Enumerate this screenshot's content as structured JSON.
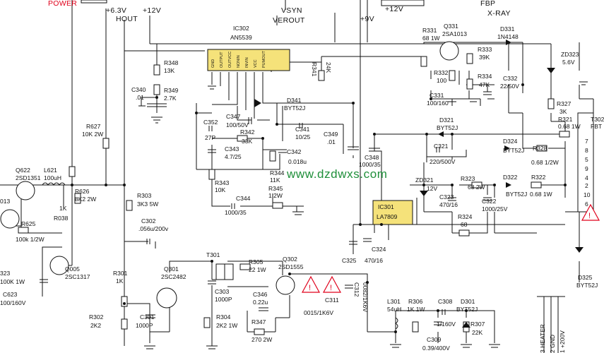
{
  "nets": {
    "power": "POWER",
    "v63": "+6.3V",
    "v12_top": "+12V",
    "hout": "HOUT",
    "vsyn": "VSYN",
    "verout": "VEROUT",
    "v9": "+9V",
    "v12_right": "+12V",
    "fbp": "FBP",
    "xray": "X-RAY"
  },
  "ics": {
    "ic302_ref": "IC302",
    "ic302_part": "AN5539",
    "ic302_pins": [
      "GND",
      "OUTPUT",
      "OUTVCC",
      "NONIN",
      "INVIN",
      "VCC",
      "PUMOUT"
    ],
    "ic301_ref": "IC301",
    "ic301_part": "LA7809"
  },
  "components": {
    "r348": "R348",
    "r348_v": "13K",
    "c340": "C340",
    "c340_v": ".01",
    "r349": "R349",
    "r349_v": "2.7K",
    "r341": "R341",
    "r341_v": "24K",
    "r627": "R627",
    "r627_v": "10K 2W",
    "c352": "C352",
    "c352_v": "27P",
    "c347": "C347",
    "c347_v": "100/50V",
    "d341": "D341",
    "d341_v": "BYT52J",
    "r342": "R342",
    "r342_v": "33K",
    "c341": "C341",
    "c341_v": "10/25",
    "c349": "C349",
    "c349_v": ".01",
    "c343": "C343",
    "c343_v": "4.7/25",
    "c342": "C342",
    "c342_v": "0.018u",
    "c348": "C348",
    "c348_v": "1000/35",
    "r344": "R344",
    "r344_v": "11K",
    "r343": "R343",
    "r343_v": "10K",
    "r345": "R345",
    "r345_v": "1 2W",
    "c344": "C344",
    "c344_v": "1000/35",
    "q622": "Q622",
    "q622_v": "2SD1351",
    "l621": "L621",
    "l621_v": "100uH",
    "r626": "R626",
    "r626_v": "8K2 2W",
    "r038_ref": "1K",
    "r038": "R038",
    "r625": "R625",
    "r625_v": "100k 1/2W",
    "q005": "Q005",
    "q005_v": "2SC1317",
    "r303": "R303",
    "r303_v": "3K3 5W",
    "c302": "C302",
    "c302_v": ".056u/200v",
    "t301": "T301",
    "r301": "R301",
    "r301_v": "1K",
    "q301": "Q301",
    "q301_v": "2SC2482",
    "c303": "C303",
    "c303_v": "1000P",
    "r305": "R305",
    "r305_v": "22 1W",
    "q302": "Q302",
    "q302_v": "2SD1555",
    "c346": "C346",
    "c346_v": "0.22u",
    "c311": "C311",
    "c311_v": "0015/1K6V",
    "c312": "C312",
    "c312_v": "0082/1K6V",
    "r302": "R302",
    "r302_v": "2K2",
    "c301": "C301",
    "c301_v": "1000P",
    "r304": "R304",
    "r304_v": "2K2 1W",
    "r347": "R347",
    "r347_v": "270 2W",
    "c623": "C623",
    "c623_v": "100/160V",
    "left_r": "100K 1W",
    "left_q_partial": "013",
    "left_c_partial": "323",
    "r331": "R331",
    "r331_v": "68 1W",
    "q331": "Q331",
    "q331_v": "2SA1013",
    "d331": "D331",
    "d331_v": "1N4148",
    "r333": "R333",
    "r333_v": "39K",
    "r332": "R332",
    "r332_v": "100",
    "r334": "R334",
    "r334_v": "47K",
    "c332": "C332",
    "c332_v": "22/50V",
    "c331": "C331",
    "c331_v": "100/160",
    "zd323": "ZD323",
    "zd323_v": "5.6V",
    "r327": "R327",
    "r327_v": "3K",
    "d321": "D321",
    "d321_v": "BYT52J",
    "r321": "R321",
    "r321_v": "0.68 1W",
    "c321": "C321",
    "c321_v": "220/500V",
    "d324": "D324",
    "d324_v": "BYT52J",
    "r328": "R328",
    "r328_v": "0.68 1/2W",
    "zd321": "ZD321",
    "zd321_v": "12V",
    "r323": "R323",
    "r323_v": "68 2W",
    "d322": "D322",
    "d322_v": "BYT52J",
    "r322": "R322",
    "r322_v": "0.68 1W",
    "c323": "C323",
    "c323_v": "470/16",
    "c322": "C322",
    "c322_v": "1000/25V",
    "r324": "R324",
    "r324_v": "68",
    "c325": "C325",
    "c324": "C324",
    "c324_v": "470/16",
    "t302": "T302",
    "t302_v": "FBT",
    "d325": "D325",
    "d325_v": "BYT52J",
    "l301": "L301",
    "l301_v": "54uH",
    "r306": "R306",
    "r306_v": "1K 1W",
    "c308": "C308",
    "c308_v": "1/160V",
    "d301": "D301",
    "d301_v": "BYT52J",
    "c309": "C309",
    "c309_v": "0.39/400V",
    "r307": "R307",
    "r307_v": "22K"
  },
  "pins_right": [
    "7",
    "8",
    "5",
    "9",
    "4",
    "2",
    "10",
    "6"
  ],
  "connector": [
    "3 HEATER",
    "2 GND",
    "1 +200V"
  ],
  "watermark": "www.dzdwxs.com",
  "colors": {
    "accent": "#e0001b",
    "ic_fill": "#f5e27a",
    "watermark": "#1f8f3a"
  }
}
